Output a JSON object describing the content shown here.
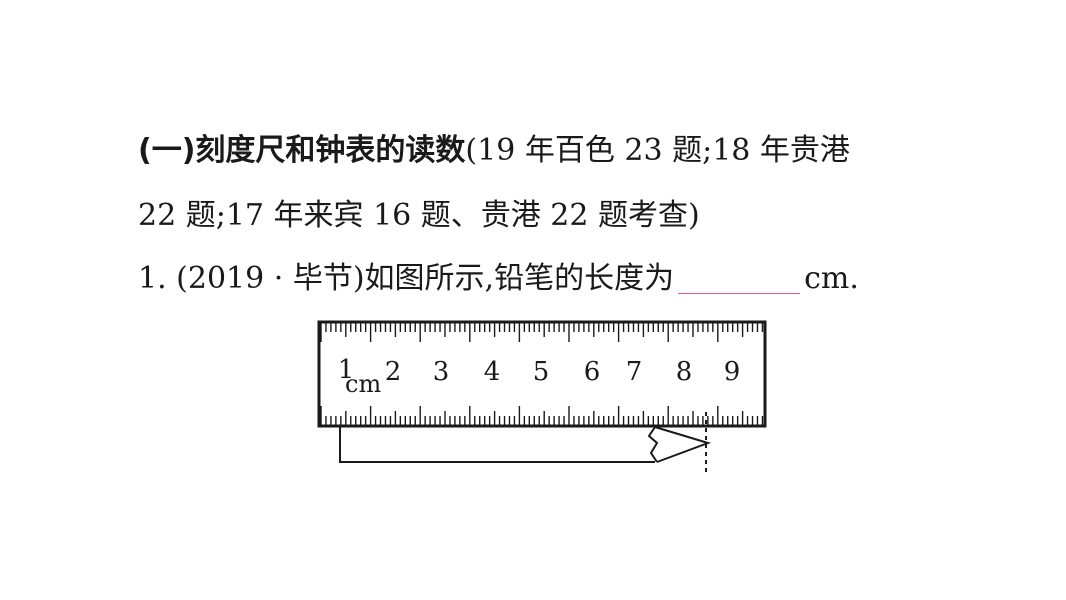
{
  "section": {
    "heading": "(一)刻度尺和钟表的读数",
    "sources_line1": "(19 年百色 23 题;18 年贵港",
    "sources_line2": "22 题;17 年来宾 16 题、贵港 22 题考查)"
  },
  "question": {
    "number": "1.",
    "source": "(2019 · 毕节)",
    "text": "如图所示,铅笔的长度为",
    "answer": "",
    "unit": "cm."
  },
  "ruler": {
    "numbers": [
      "1",
      "2",
      "3",
      "4",
      "5",
      "6",
      "7",
      "8",
      "9"
    ],
    "unit_label": "cm",
    "colors": {
      "ink": "#1a1a1a",
      "answer_line": "#e0559a"
    }
  }
}
